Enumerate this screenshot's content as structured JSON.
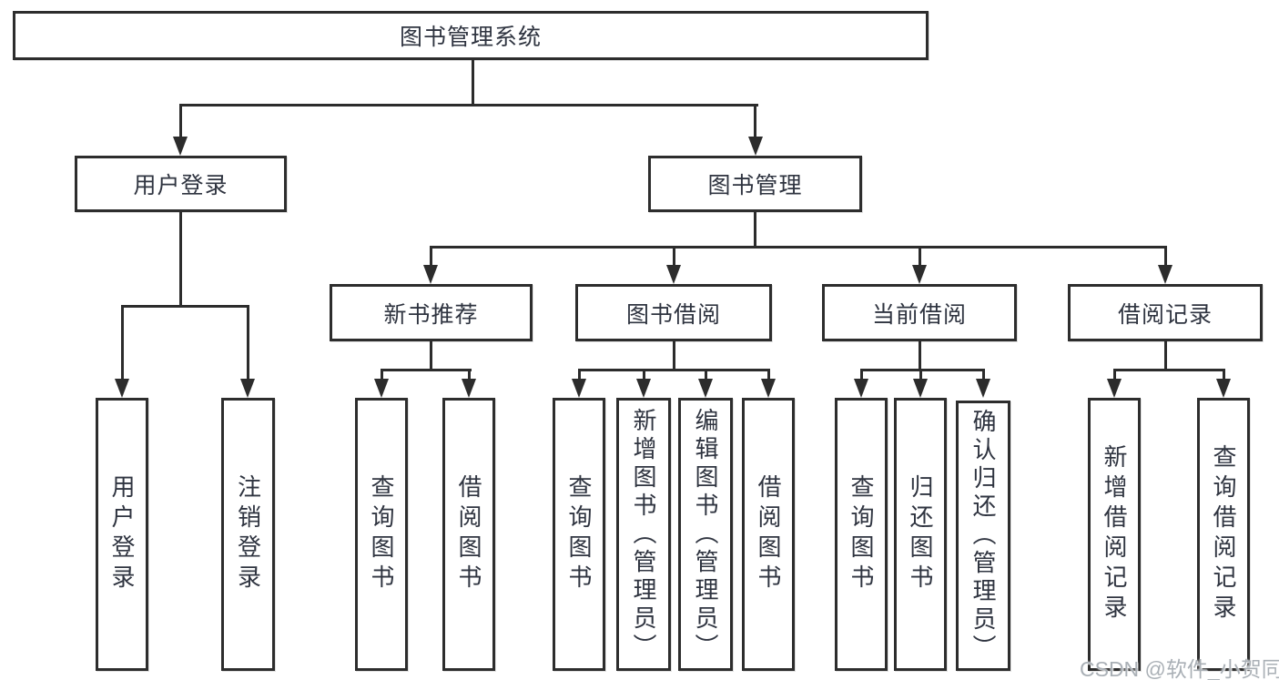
{
  "title": "图书管理系统",
  "watermark": {
    "text": "CSDN @软件_小贺同学",
    "color": "#aab0b6"
  },
  "colors": {
    "line": "#2c2c2c",
    "border": "#2d2d2d",
    "text": "#2f3440",
    "background": "#ffffff"
  },
  "diagram": {
    "type": "tree",
    "root": {
      "label": "图书管理系统",
      "children": [
        {
          "label": "用户登录",
          "children": [
            {
              "label": "用户登录"
            },
            {
              "label": "注销登录"
            }
          ]
        },
        {
          "label": "图书管理",
          "children": [
            {
              "label": "新书推荐",
              "children": [
                {
                  "label": "查询图书"
                },
                {
                  "label": "借阅图书"
                }
              ]
            },
            {
              "label": "图书借阅",
              "children": [
                {
                  "label": "查询图书"
                },
                {
                  "label": "新增图书（管理员）"
                },
                {
                  "label": "编辑图书（管理员）"
                },
                {
                  "label": "借阅图书"
                }
              ]
            },
            {
              "label": "当前借阅",
              "children": [
                {
                  "label": "查询图书"
                },
                {
                  "label": "归还图书"
                },
                {
                  "label": "确认归还（管理员）"
                }
              ]
            },
            {
              "label": "借阅记录",
              "children": [
                {
                  "label": "新增借阅记录"
                },
                {
                  "label": "查询借阅记录"
                }
              ]
            }
          ]
        }
      ]
    }
  }
}
